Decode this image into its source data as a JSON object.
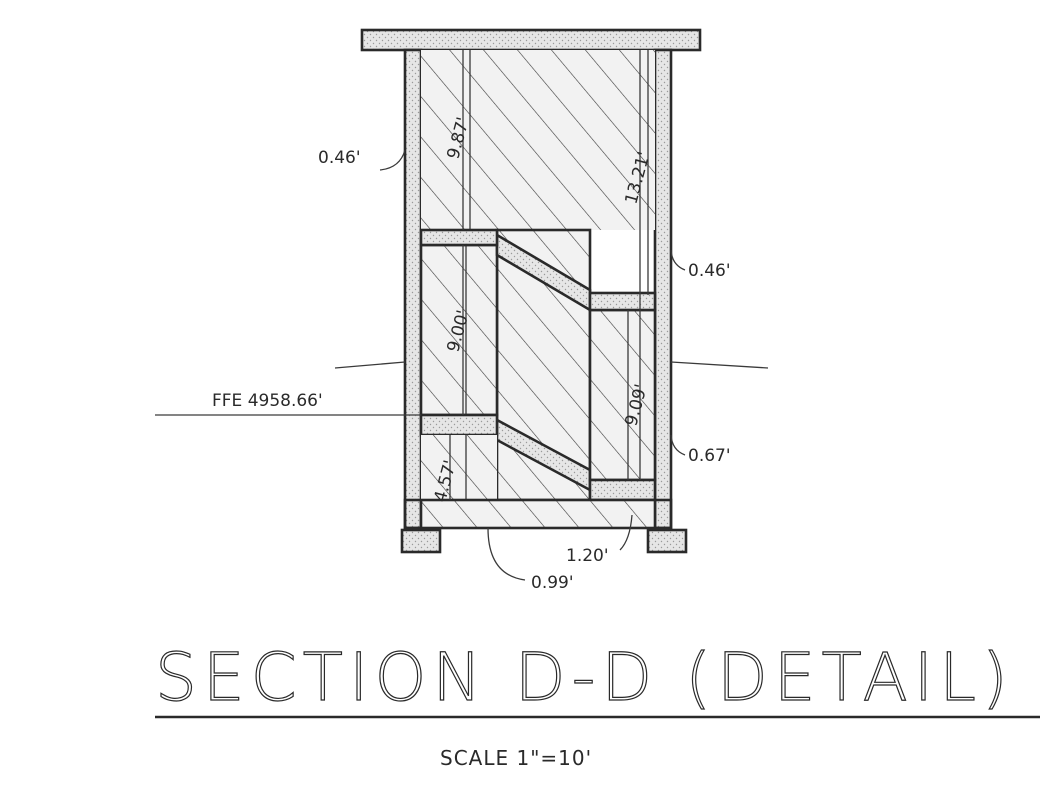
{
  "drawing": {
    "title": "SECTION D-D (DETAIL)",
    "scale": "SCALE 1\"=10'",
    "floor_elevation": "FFE 4958.66'",
    "dimensions": {
      "wall_left": "0.46'",
      "wall_right": "0.46'",
      "upper_left_height": "9.87'",
      "upper_right_height": "13.21'",
      "middle_left_height": "9.00'",
      "middle_right_height": "9.09'",
      "lower_left_height": "4.57'",
      "right_step": "0.67'",
      "slab_thickness": "1.20'",
      "slab_base": "0.99'"
    },
    "colors": {
      "line": "#2a2a2a",
      "background": "#ffffff"
    }
  }
}
